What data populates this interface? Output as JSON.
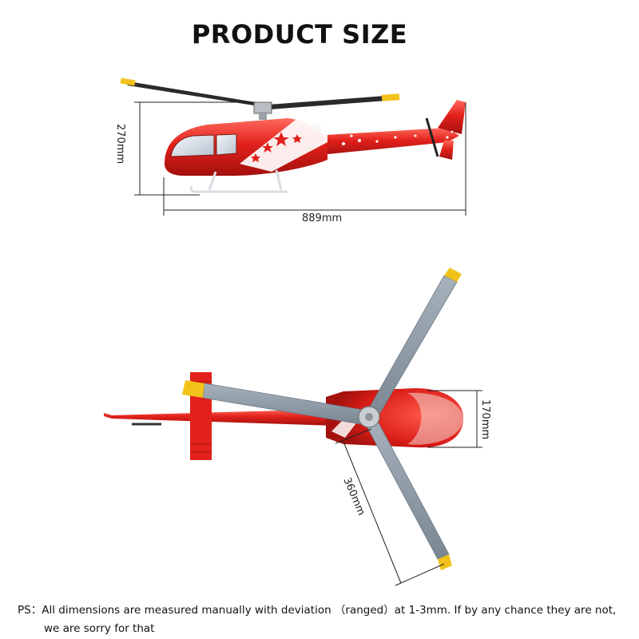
{
  "title": "PRODUCT SIZE",
  "dimensions": {
    "height": "270mm",
    "length": "889mm",
    "width": "170mm",
    "rotor_blade": "360mm"
  },
  "note": {
    "prefix": "PS：",
    "line1": "All dimensions are measured manually with deviation （ranged）at 1-3mm. If by any chance they are not,",
    "line2": "we are sorry for that"
  },
  "colors": {
    "fuselage_red": "#e2211c",
    "blade_grey": "#8d9aa6",
    "blade_tip_yellow": "#f2c21a",
    "line": "#222222"
  }
}
